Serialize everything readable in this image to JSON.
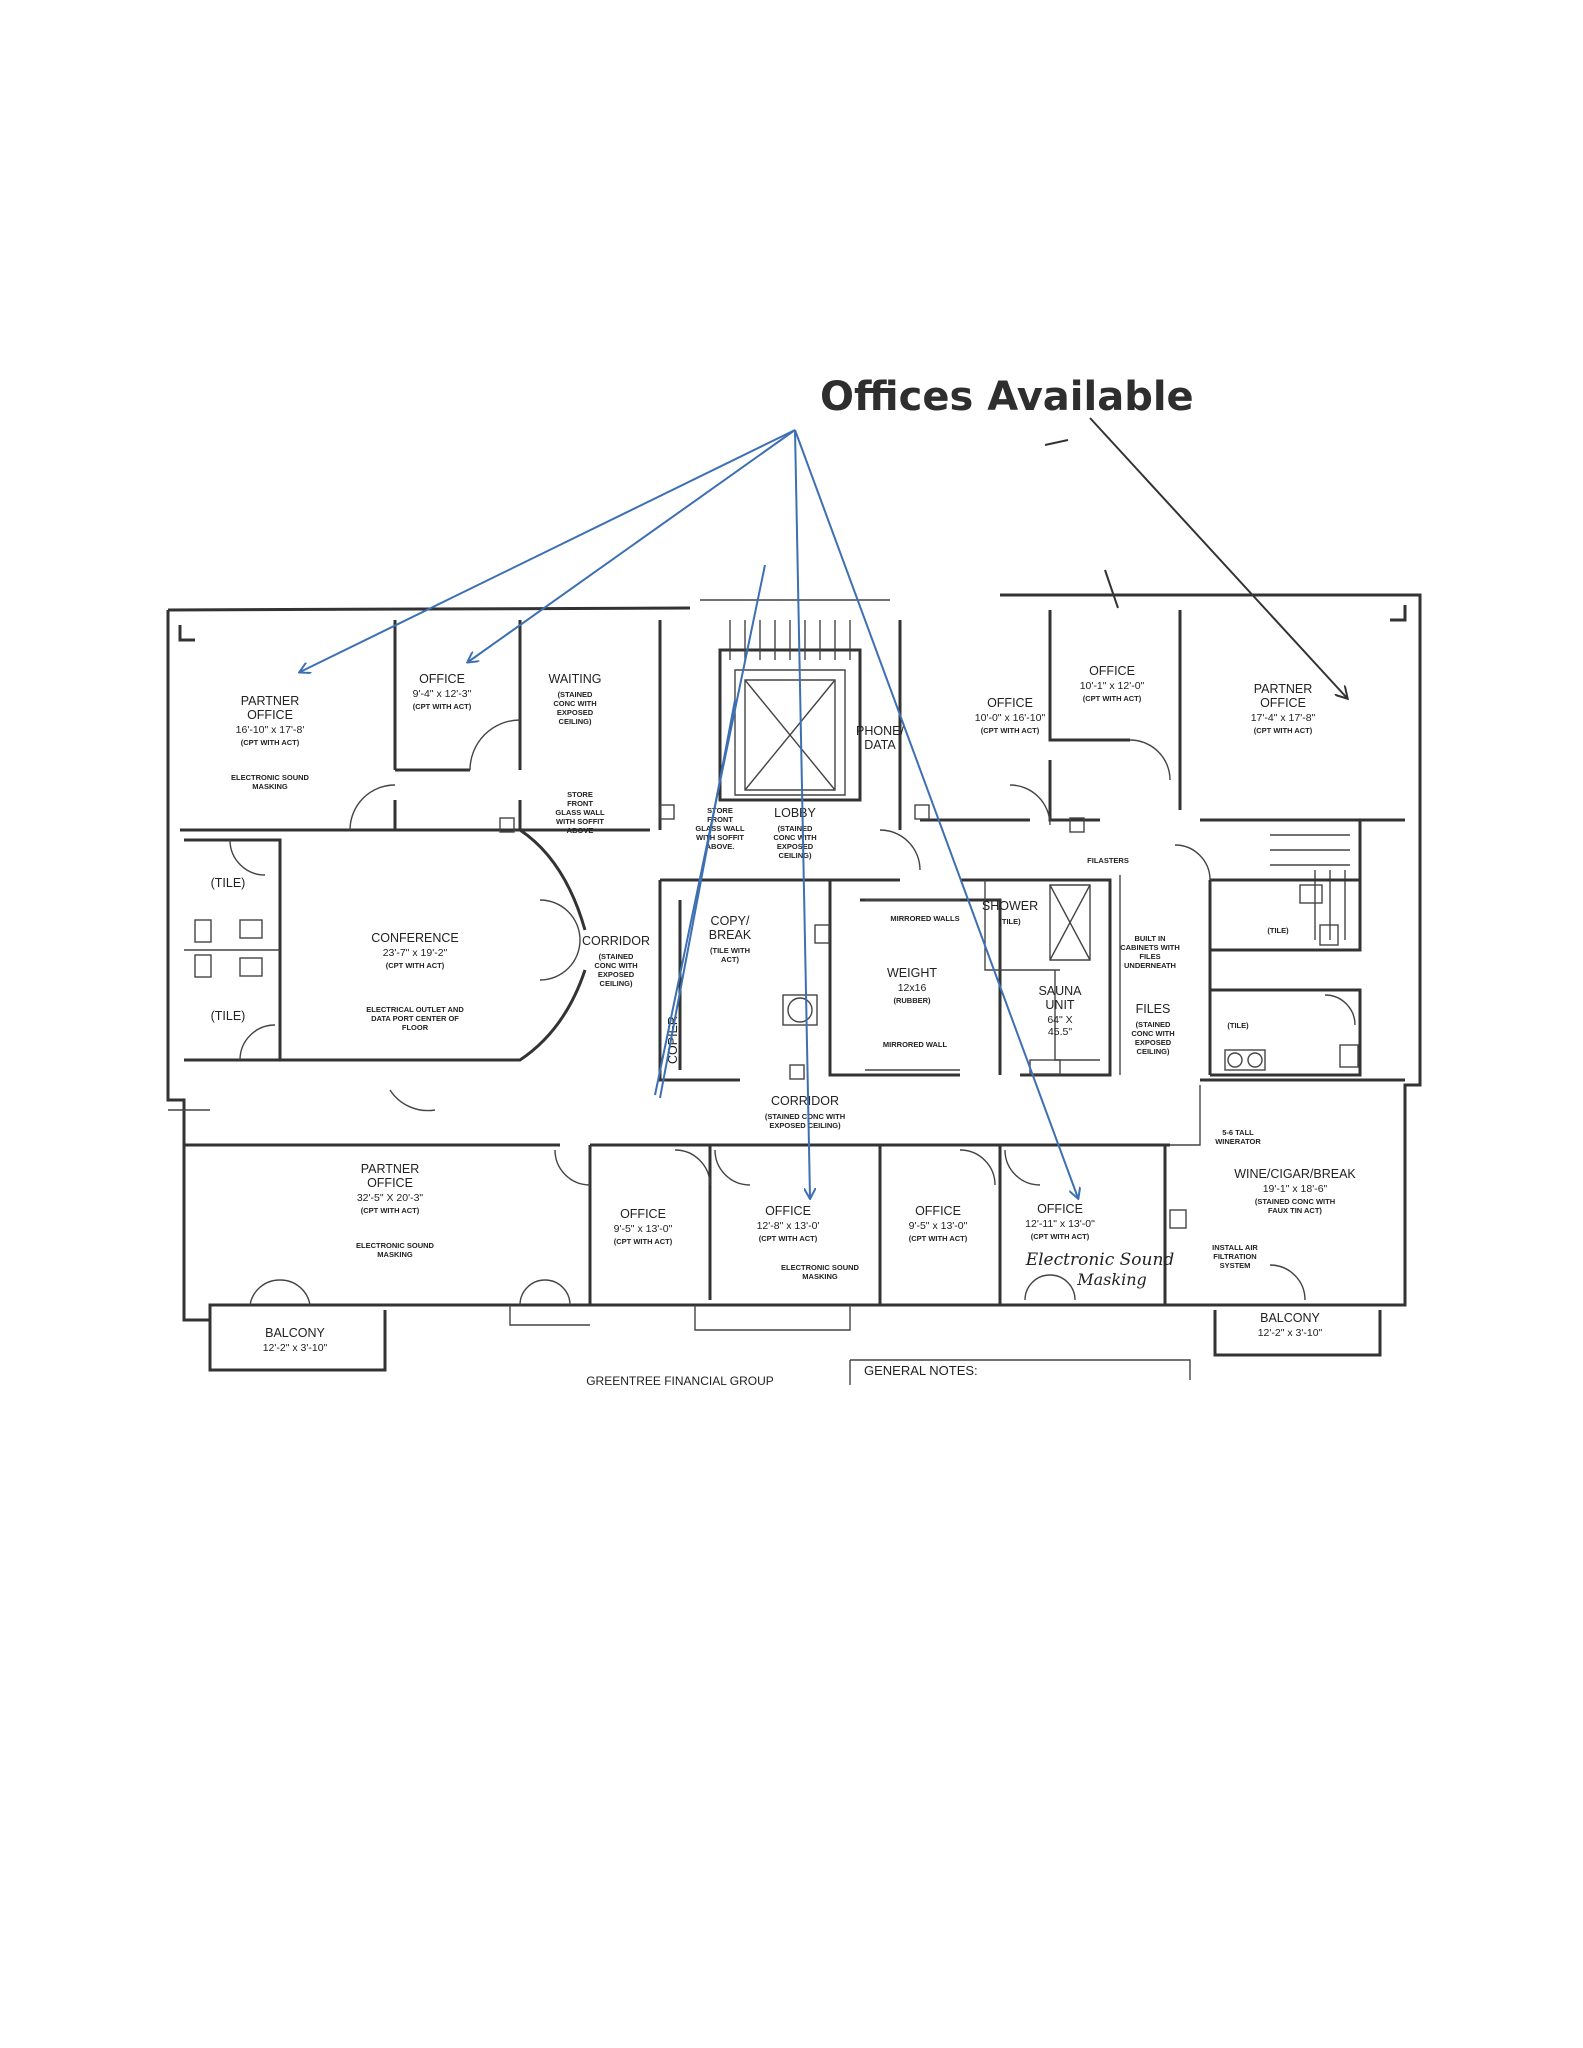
{
  "heading": "Offices Available",
  "handwritten_note": [
    "Electronic Sound",
    "Masking"
  ],
  "footer": {
    "company": "GREENTREE FINANCIAL GROUP",
    "notes_label": "GENERAL NOTES:"
  },
  "colors": {
    "blue_arrows": "#3d6fb3",
    "black_arrow": "#333333",
    "ink": "#222222"
  },
  "rooms": [
    {
      "id": "partner-office-nw",
      "lines": [
        "PARTNER",
        "OFFICE",
        "16'-10\" x 17'-8'"
      ],
      "note": [
        "(CPT WITH ACT)"
      ]
    },
    {
      "id": "sound-masking-nw",
      "lines": [],
      "note": [
        "ELECTRONIC SOUND",
        "MASKING"
      ]
    },
    {
      "id": "office-n1",
      "lines": [
        "OFFICE",
        "9'-4\" x 12'-3\""
      ],
      "note": [
        "(CPT WITH ACT)"
      ]
    },
    {
      "id": "waiting",
      "lines": [
        "WAITING"
      ],
      "note": [
        "(STAINED",
        "CONC WITH",
        "EXPOSED",
        "CEILING)"
      ]
    },
    {
      "id": "phone-data",
      "lines": [
        "PHONE/",
        "DATA"
      ],
      "note": []
    },
    {
      "id": "office-n2",
      "lines": [
        "OFFICE",
        "10'-0\" x 16'-10\""
      ],
      "note": [
        "(CPT WITH ACT)"
      ]
    },
    {
      "id": "office-n3",
      "lines": [
        "OFFICE",
        "10'-1\" x 12'-0\""
      ],
      "note": [
        "(CPT WITH ACT)"
      ]
    },
    {
      "id": "partner-office-ne",
      "lines": [
        "PARTNER",
        "OFFICE",
        "17'-4\" x 17'-8\""
      ],
      "note": [
        "(CPT WITH ACT)"
      ]
    },
    {
      "id": "store-front-1",
      "lines": [],
      "note": [
        "STORE",
        "FRONT",
        "GLASS WALL",
        "WITH SOFFIT",
        "ABOVE"
      ]
    },
    {
      "id": "store-front-2",
      "lines": [],
      "note": [
        "STORE",
        "FRONT",
        "GLASS WALL",
        "WITH SOFFIT",
        "ABOVE."
      ]
    },
    {
      "id": "lobby",
      "lines": [
        "LOBBY"
      ],
      "note": [
        "(STAINED",
        "CONC WITH",
        "EXPOSED",
        "CEILING)"
      ]
    },
    {
      "id": "tile-1",
      "lines": [
        "(TILE)"
      ],
      "note": []
    },
    {
      "id": "tile-2",
      "lines": [
        "(TILE)"
      ],
      "note": []
    },
    {
      "id": "conference",
      "lines": [
        "CONFERENCE",
        "23'-7\" x 19'-2\""
      ],
      "note": [
        "(CPT WITH ACT)"
      ]
    },
    {
      "id": "conference-outlet",
      "lines": [],
      "note": [
        "ELECTRICAL OUTLET AND",
        "DATA PORT CENTER OF",
        "FLOOR"
      ]
    },
    {
      "id": "corridor-w",
      "lines": [
        "CORRIDOR"
      ],
      "note": [
        "(STAINED",
        "CONC WITH",
        "EXPOSED",
        "CEILING)"
      ]
    },
    {
      "id": "copy-break",
      "lines": [
        "COPY/",
        "BREAK"
      ],
      "note": [
        "(TILE WITH",
        "ACT)"
      ]
    },
    {
      "id": "copier",
      "lines": [
        "COPIER"
      ],
      "note": []
    },
    {
      "id": "mirrored-walls",
      "lines": [],
      "note": [
        "MIRRORED WALLS"
      ]
    },
    {
      "id": "weight",
      "lines": [
        "WEIGHT",
        "12x16"
      ],
      "note": [
        "(RUBBER)"
      ]
    },
    {
      "id": "mirrored-wall",
      "lines": [],
      "note": [
        "MIRRORED WALL"
      ]
    },
    {
      "id": "shower",
      "lines": [
        "SHOWER"
      ],
      "note": [
        "(TILE)"
      ]
    },
    {
      "id": "sauna",
      "lines": [
        "SAUNA",
        "UNIT",
        "64\" X",
        "45.5\""
      ],
      "note": []
    },
    {
      "id": "filasters",
      "lines": [],
      "note": [
        "FILASTERS"
      ]
    },
    {
      "id": "tile-3",
      "lines": [],
      "note": [
        "(TILE)"
      ]
    },
    {
      "id": "built-in",
      "lines": [],
      "note": [
        "BUILT IN",
        "CABINETS WITH",
        "FILES",
        "UNDERNEATH"
      ]
    },
    {
      "id": "files",
      "lines": [
        "FILES"
      ],
      "note": [
        "(STAINED",
        "CONC WITH",
        "EXPOSED",
        "CEILING)"
      ]
    },
    {
      "id": "tile-4",
      "lines": [],
      "note": [
        "(TILE)"
      ]
    },
    {
      "id": "corridor-s",
      "lines": [
        "CORRIDOR"
      ],
      "note": [
        "(STAINED CONC WITH",
        "EXPOSED CEILING)"
      ]
    },
    {
      "id": "winerator",
      "lines": [],
      "note": [
        "5-6 TALL",
        "WINERATOR"
      ]
    },
    {
      "id": "partner-office-sw",
      "lines": [
        "PARTNER",
        "OFFICE",
        "32'-5\" X 20'-3\""
      ],
      "note": [
        "(CPT WITH ACT)"
      ]
    },
    {
      "id": "sound-masking-sw",
      "lines": [],
      "note": [
        "ELECTRONIC SOUND",
        "MASKING"
      ]
    },
    {
      "id": "office-s1",
      "lines": [
        "OFFICE",
        "9'-5\" x 13'-0\""
      ],
      "note": [
        "(CPT WITH ACT)"
      ]
    },
    {
      "id": "office-s2",
      "lines": [
        "OFFICE",
        "12'-8\" x 13'-0'"
      ],
      "note": [
        "(CPT WITH ACT)"
      ]
    },
    {
      "id": "sound-masking-s2",
      "lines": [],
      "note": [
        "ELECTRONIC SOUND",
        "MASKING"
      ]
    },
    {
      "id": "office-s3",
      "lines": [
        "OFFICE",
        "9'-5\" x 13'-0\""
      ],
      "note": [
        "(CPT WITH ACT)"
      ]
    },
    {
      "id": "office-s4",
      "lines": [
        "OFFICE",
        "12'-11\" x 13'-0\""
      ],
      "note": [
        "(CPT WITH ACT)"
      ]
    },
    {
      "id": "wine-cigar",
      "lines": [
        "WINE/CIGAR/BREAK",
        "19'-1\" x 18'-6\""
      ],
      "note": [
        "(STAINED CONC WITH",
        "FAUX TIN ACT)"
      ]
    },
    {
      "id": "air-filtration",
      "lines": [],
      "note": [
        "INSTALL AIR",
        "FILTRATION",
        "SYSTEM"
      ]
    },
    {
      "id": "balcony-w",
      "lines": [
        "BALCONY",
        "12'-2\" x 3'-10\""
      ],
      "note": []
    },
    {
      "id": "balcony-e",
      "lines": [
        "BALCONY",
        "12'-2\" x 3'-10\""
      ],
      "note": []
    }
  ]
}
